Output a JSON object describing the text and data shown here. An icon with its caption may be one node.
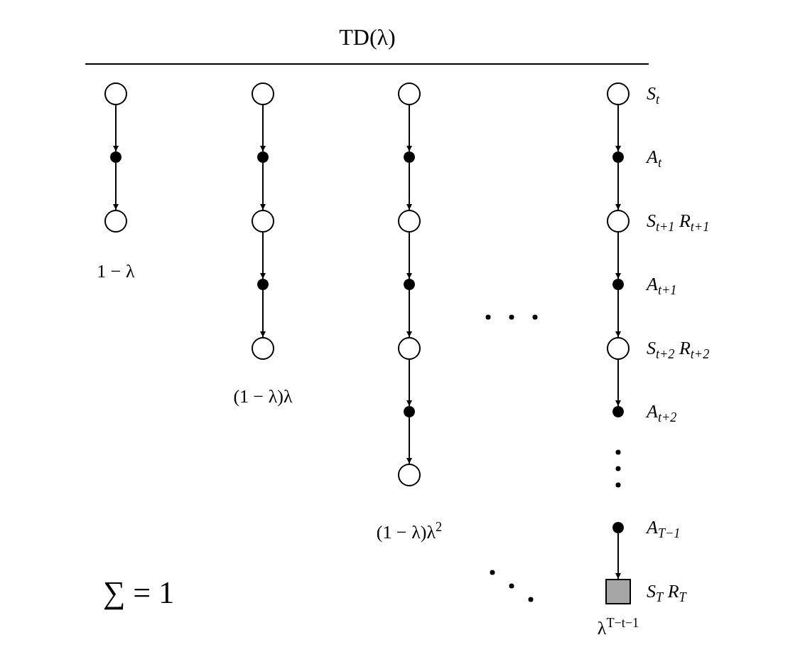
{
  "diagram": {
    "title": "TD(λ)",
    "nodes": [
      {
        "text": [],
        "shape": "circle"
      },
      {
        "text": [],
        "shape": "dot"
      },
      {
        "text": [],
        "shape": "circle",
        "beside": [
          "1 − λ"
        ]
      },
      {
        "text": [],
        "shape": "circle"
      },
      {
        "text": [],
        "shape": "dot"
      },
      {
        "text": [],
        "shape": "circle"
      },
      {
        "text": [],
        "shape": "dot"
      },
      {
        "text": [],
        "shape": "circle",
        "beside": [
          "(1 − λ)λ"
        ]
      },
      {
        "text": [],
        "shape": "circle"
      },
      {
        "text": [],
        "shape": "dot"
      },
      {
        "text": [],
        "shape": "circle"
      },
      {
        "text": [],
        "shape": "dot"
      },
      {
        "text": [],
        "shape": "circle"
      },
      {
        "text": [],
        "shape": "dot"
      },
      {
        "text": [],
        "shape": "circle",
        "beside": [
          "(1 − λ)λ$^{2}$"
        ]
      },
      {
        "text": [],
        "shape": "circle",
        "beside": [
          "S$_{t}$"
        ]
      },
      {
        "text": [],
        "shape": "dot",
        "beside": [
          "A$_{t}$"
        ]
      },
      {
        "text": [],
        "shape": "circle",
        "beside": [
          "S$_{t+1}$ R$_{t+1}$"
        ]
      },
      {
        "text": [],
        "shape": "dot",
        "beside": [
          "A$_{t+1}$"
        ]
      },
      {
        "text": [],
        "shape": "circle",
        "beside": [
          "S$_{t+2}$ R$_{t+2}$"
        ]
      },
      {
        "text": [],
        "shape": "dot",
        "beside": [
          "A$_{t+2}$"
        ]
      },
      {
        "text": [],
        "shape": "dot",
        "beside": [
          "A$_{T−1}$"
        ]
      },
      {
        "text": [],
        "shape": "box",
        "beside": [
          "S$_{T}$ R$_{T}$",
          "λ$^{T−t−1}$"
        ]
      }
    ],
    "edges": [
      {
        "from": 0,
        "to": 1,
        "arrow": "to"
      },
      {
        "from": 1,
        "to": 2,
        "arrow": "to"
      },
      {
        "from": 3,
        "to": 4,
        "arrow": "to"
      },
      {
        "from": 4,
        "to": 5,
        "arrow": "to"
      },
      {
        "from": 5,
        "to": 6,
        "arrow": "to"
      },
      {
        "from": 6,
        "to": 7,
        "arrow": "to"
      },
      {
        "from": 8,
        "to": 9,
        "arrow": "to"
      },
      {
        "from": 9,
        "to": 10,
        "arrow": "to"
      },
      {
        "from": 10,
        "to": 11,
        "arrow": "to"
      },
      {
        "from": 11,
        "to": 12,
        "arrow": "to"
      },
      {
        "from": 12,
        "to": 13,
        "arrow": "to"
      },
      {
        "from": 13,
        "to": 14,
        "arrow": "to"
      },
      {
        "from": 15,
        "to": 16,
        "arrow": "to"
      },
      {
        "from": 16,
        "to": 17,
        "arrow": "to"
      },
      {
        "from": 17,
        "to": 18,
        "arrow": "to"
      },
      {
        "from": 18,
        "to": 19,
        "arrow": "to"
      },
      {
        "from": 19,
        "to": 20,
        "arrow": "to"
      },
      {
        "from": 21,
        "to": 22,
        "arrow": "to"
      }
    ],
    "labels": [
      "∑ = 1"
    ]
  }
}
